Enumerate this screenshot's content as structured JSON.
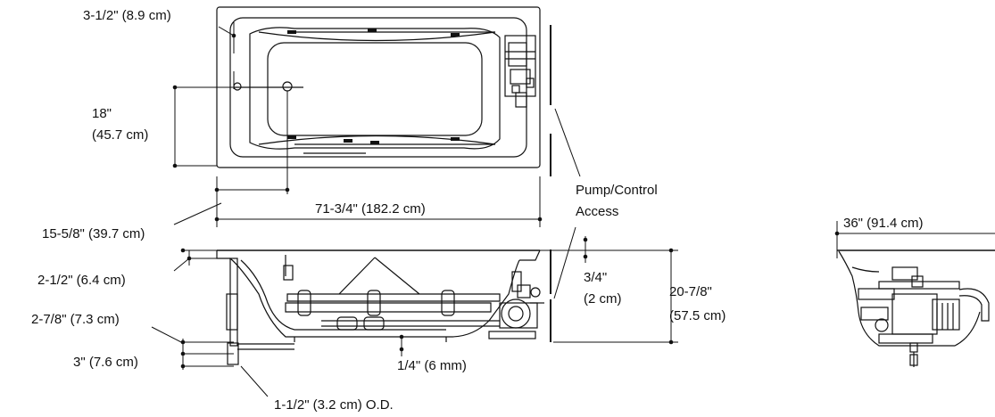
{
  "labels": {
    "top_edge_offset": "3-1/2\" (8.9 cm)",
    "drain_height_in": "18\"",
    "drain_height_cm": "(45.7 cm)",
    "drain_from_end": "15-5/8\" (39.7 cm)",
    "overall_length": "71-3/4\" (182.2 cm)",
    "access_line1": "Pump/Control",
    "access_line2": "Access",
    "rim_thickness": "2-1/2\" (6.4 cm)",
    "drain_depth": "2-7/8\" (7.3 cm)",
    "outlet_depth": "3\" (7.6 cm)",
    "pipe_od": "1-1/2\" (3.2 cm) O.D.",
    "base_clearance": "1/4\" (6 mm)",
    "flange_in": "3/4\"",
    "flange_cm": "(2 cm)",
    "overall_height_in": "20-7/8\"",
    "overall_height_cm": "(57.5 cm)",
    "overall_width": "36\" (91.4 cm)"
  },
  "colors": {
    "line": "#111111"
  }
}
